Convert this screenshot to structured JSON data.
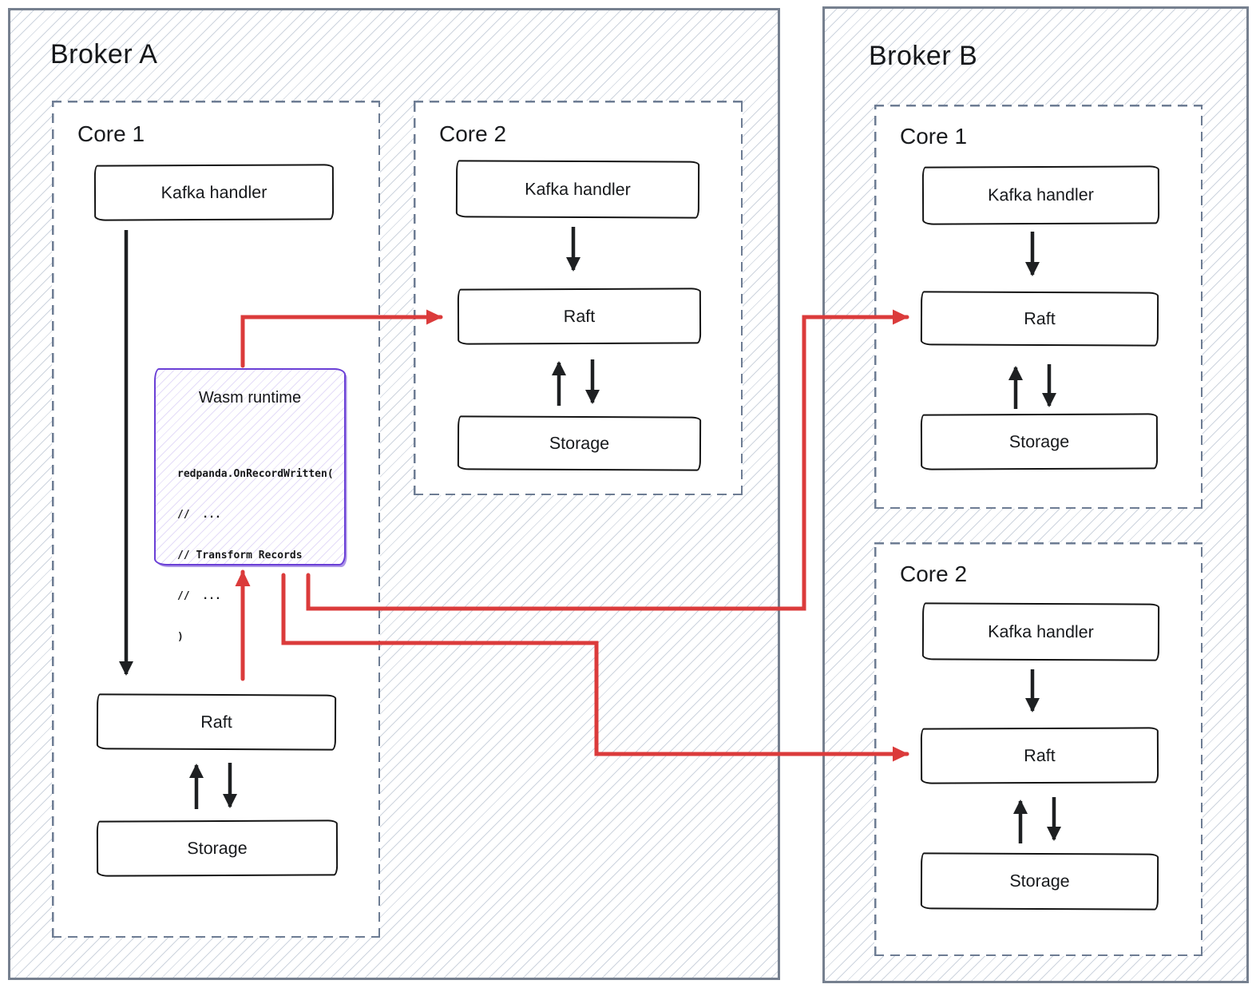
{
  "brokers": [
    {
      "title": "Broker A",
      "cores": [
        {
          "label": "Core 1",
          "kafka": "Kafka handler",
          "raft": "Raft",
          "storage": "Storage",
          "wasm": {
            "title": "Wasm runtime",
            "code_lines": [
              "redpanda.OnRecordWritten(",
              "//  ...",
              "// Transform Records",
              "//  ...",
              ")"
            ]
          }
        },
        {
          "label": "Core 2",
          "kafka": "Kafka handler",
          "raft": "Raft",
          "storage": "Storage"
        }
      ]
    },
    {
      "title": "Broker B",
      "cores": [
        {
          "label": "Core 1",
          "kafka": "Kafka handler",
          "raft": "Raft",
          "storage": "Storage"
        },
        {
          "label": "Core 2",
          "kafka": "Kafka handler",
          "raft": "Raft",
          "storage": "Storage"
        }
      ]
    }
  ],
  "connections": [
    {
      "from": "broker-a.core-1.kafka-handler",
      "to": "broker-a.core-1.raft",
      "color": "black",
      "bidirectional": false
    },
    {
      "from": "broker-a.core-1.raft",
      "to": "broker-a.core-1.storage",
      "color": "black",
      "bidirectional": true
    },
    {
      "from": "broker-a.core-1.raft",
      "to": "broker-a.core-1.wasm-runtime",
      "color": "red",
      "bidirectional": false
    },
    {
      "from": "broker-a.core-1.wasm-runtime",
      "to": "broker-a.core-2.raft",
      "color": "red",
      "bidirectional": false
    },
    {
      "from": "broker-a.core-1.wasm-runtime",
      "to": "broker-b.core-1.raft",
      "color": "red",
      "bidirectional": false
    },
    {
      "from": "broker-a.core-1.wasm-runtime",
      "to": "broker-b.core-2.raft",
      "color": "red",
      "bidirectional": false
    },
    {
      "from": "broker-a.core-2.kafka-handler",
      "to": "broker-a.core-2.raft",
      "color": "black",
      "bidirectional": false
    },
    {
      "from": "broker-a.core-2.raft",
      "to": "broker-a.core-2.storage",
      "color": "black",
      "bidirectional": true
    },
    {
      "from": "broker-b.core-1.kafka-handler",
      "to": "broker-b.core-1.raft",
      "color": "black",
      "bidirectional": false
    },
    {
      "from": "broker-b.core-1.raft",
      "to": "broker-b.core-1.storage",
      "color": "black",
      "bidirectional": true
    },
    {
      "from": "broker-b.core-2.kafka-handler",
      "to": "broker-b.core-2.raft",
      "color": "black",
      "bidirectional": false
    },
    {
      "from": "broker-b.core-2.raft",
      "to": "broker-b.core-2.storage",
      "color": "black",
      "bidirectional": true
    }
  ],
  "colors": {
    "accent_red": "#db3b3b",
    "wasm_purple": "#6a3fd6",
    "panel_border": "#76808f",
    "dashed_border": "#6d7c93",
    "hatch_line": "#cdd4de",
    "box_border": "#141414",
    "arrow_black": "#1e2022"
  }
}
